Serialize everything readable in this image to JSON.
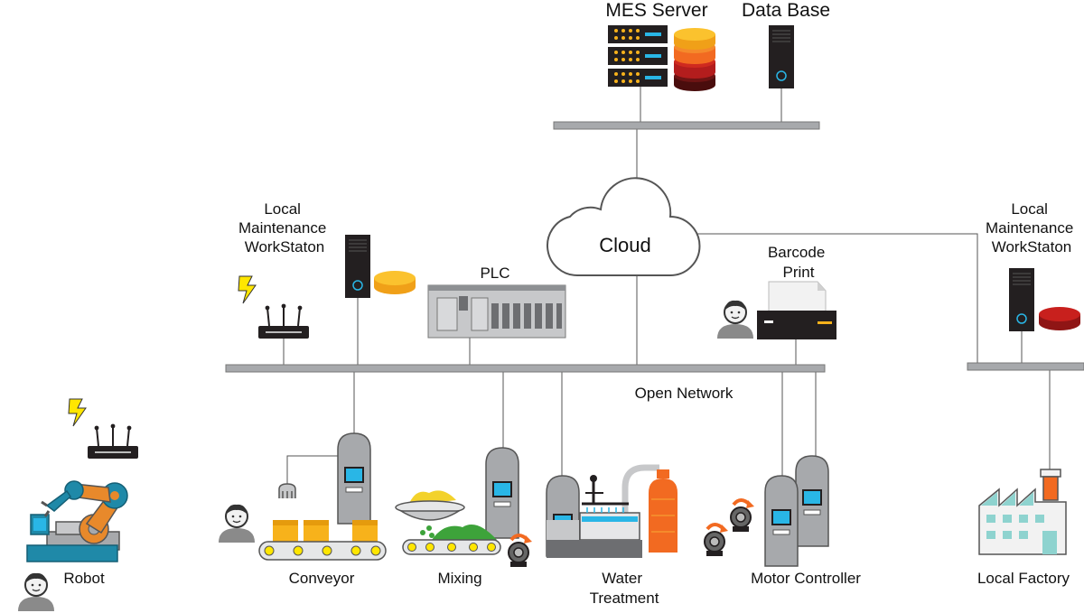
{
  "labels": {
    "mes_server": "MES Server",
    "database": "Data Base",
    "cloud": "Cloud",
    "local_ws_left": [
      "Local",
      "Maintenance",
      "WorkStaton"
    ],
    "local_ws_right": [
      "Local",
      "Maintenance",
      "WorkStaton"
    ],
    "plc": "PLC",
    "barcode": [
      "Barcode",
      "Print"
    ],
    "open_network": "Open Network",
    "robot": "Robot",
    "conveyor": "Conveyor",
    "mixing": "Mixing",
    "water": [
      "Water",
      "Treatment"
    ],
    "motor": "Motor Controller",
    "factory": "Local Factory"
  },
  "colors": {
    "bus": "#a7a9ac",
    "line": "#555555",
    "dark": "#231f20",
    "gold": "#f7b21b",
    "orange": "#f26a21",
    "cabinet": "#a7a9ac",
    "screen": "#29b6e6",
    "lightning": "#ffe600",
    "robot_blue": "#1f89a8",
    "robot_orange": "#e8892b",
    "green": "#3da33a"
  },
  "icons": [
    "server-rack-icon",
    "database-stack-icon",
    "tower-server-icon",
    "cloud-icon",
    "router-icon",
    "lightning-icon",
    "plc-icon",
    "printer-icon",
    "user-icon",
    "robot-arm-icon",
    "conveyor-icon",
    "mixer-bowl-icon",
    "pump-icon",
    "control-cabinet-icon",
    "water-tank-icon",
    "gas-cylinder-icon",
    "factory-icon"
  ]
}
